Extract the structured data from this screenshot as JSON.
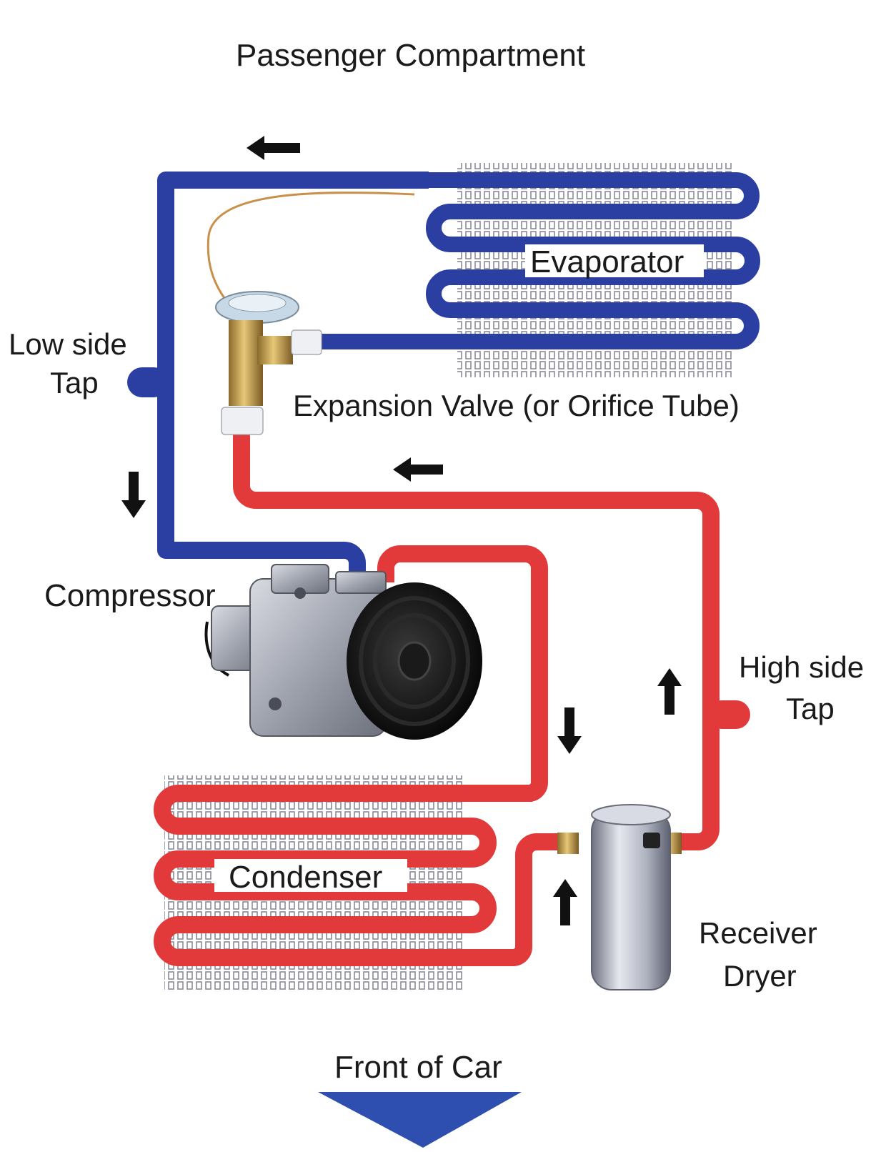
{
  "labels": {
    "passenger_compartment": "Passenger Compartment",
    "evaporator": "Evaporator",
    "low_side_tap_line1": "Low side",
    "low_side_tap_line2": "Tap",
    "expansion_valve": "Expansion Valve (or Orifice Tube)",
    "compressor": "Compressor",
    "high_side_tap_line1": "High side",
    "high_side_tap_line2": "Tap",
    "condenser": "Condenser",
    "receiver_dryer_line1": "Receiver",
    "receiver_dryer_line2": "Dryer",
    "front_of_car": "Front of Car"
  },
  "colors": {
    "low_side_line": "#2b3fa3",
    "high_side_line": "#e23a3a",
    "front_arrow": "#2e4fb0",
    "flow_arrow": "#111111"
  },
  "icons": {
    "flow_arrows": "arrow-icon",
    "front_arrow": "chevron-down-icon"
  }
}
